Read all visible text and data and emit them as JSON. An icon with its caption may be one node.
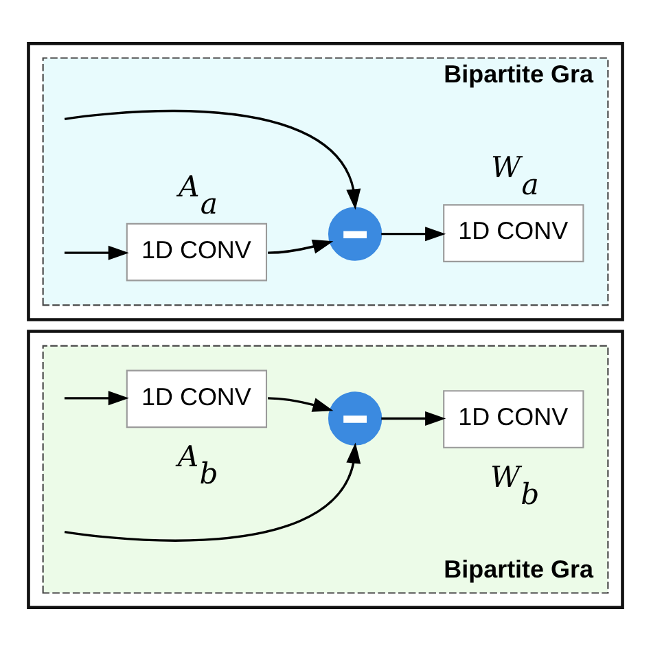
{
  "diagram": {
    "nodes": [
      {
        "text": [],
        "shape": "box"
      },
      {
        "text": [
          "Bipartite Gra"
        ],
        "in": 0
      },
      {
        "text": [
          "1D CONV"
        ],
        "beside": [
          "A$_{a}$"
        ],
        "in": 1
      },
      {
        "text": [],
        "shape": "circle",
        "in": 1
      },
      {
        "text": [
          "1D CONV"
        ],
        "beside": [
          "W$_{a}$"
        ],
        "in": 1
      },
      {
        "text": [],
        "shape": "box"
      },
      {
        "text": [
          "Bipartite Gra"
        ],
        "in": 5
      },
      {
        "text": [
          "1D CONV"
        ],
        "beside": [
          "A$_{b}$"
        ],
        "in": 6
      },
      {
        "text": [],
        "shape": "circle",
        "in": 6
      },
      {
        "text": [
          "1D CONV"
        ],
        "beside": [
          "W$_{b}$"
        ],
        "in": 6
      }
    ],
    "edges": [
      {
        "from": null,
        "to": 2,
        "arrow": "to"
      },
      {
        "from": null,
        "to": 3,
        "arrow": "to"
      },
      {
        "from": 2,
        "to": 3,
        "arrow": "to"
      },
      {
        "from": 3,
        "to": 4,
        "arrow": "to"
      },
      {
        "from": null,
        "to": 7,
        "arrow": "to"
      },
      {
        "from": 7,
        "to": 8,
        "arrow": "to"
      },
      {
        "from": 8,
        "to": 9,
        "arrow": "to"
      },
      {
        "from": null,
        "to": 8,
        "arrow": "to"
      }
    ]
  }
}
